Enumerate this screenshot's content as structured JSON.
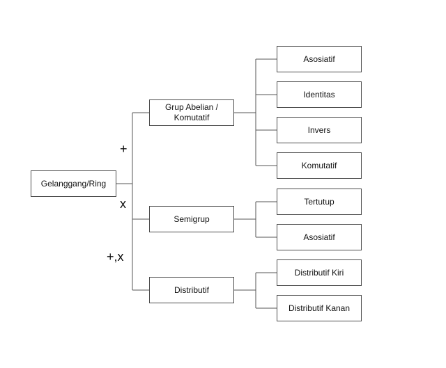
{
  "root": {
    "label": "Gelanggang/Ring"
  },
  "operators": {
    "add": "+",
    "mul": "x",
    "both": "+,x"
  },
  "branches": [
    {
      "label": "Grup Abelian / Komutatif",
      "children": [
        "Asosiatif",
        "Identitas",
        "Invers",
        "Komutatif"
      ]
    },
    {
      "label": "Semigrup",
      "children": [
        "Tertutup",
        "Asosiatif"
      ]
    },
    {
      "label": "Distributif",
      "children": [
        "Distributif Kiri",
        "Distributif Kanan"
      ]
    }
  ]
}
